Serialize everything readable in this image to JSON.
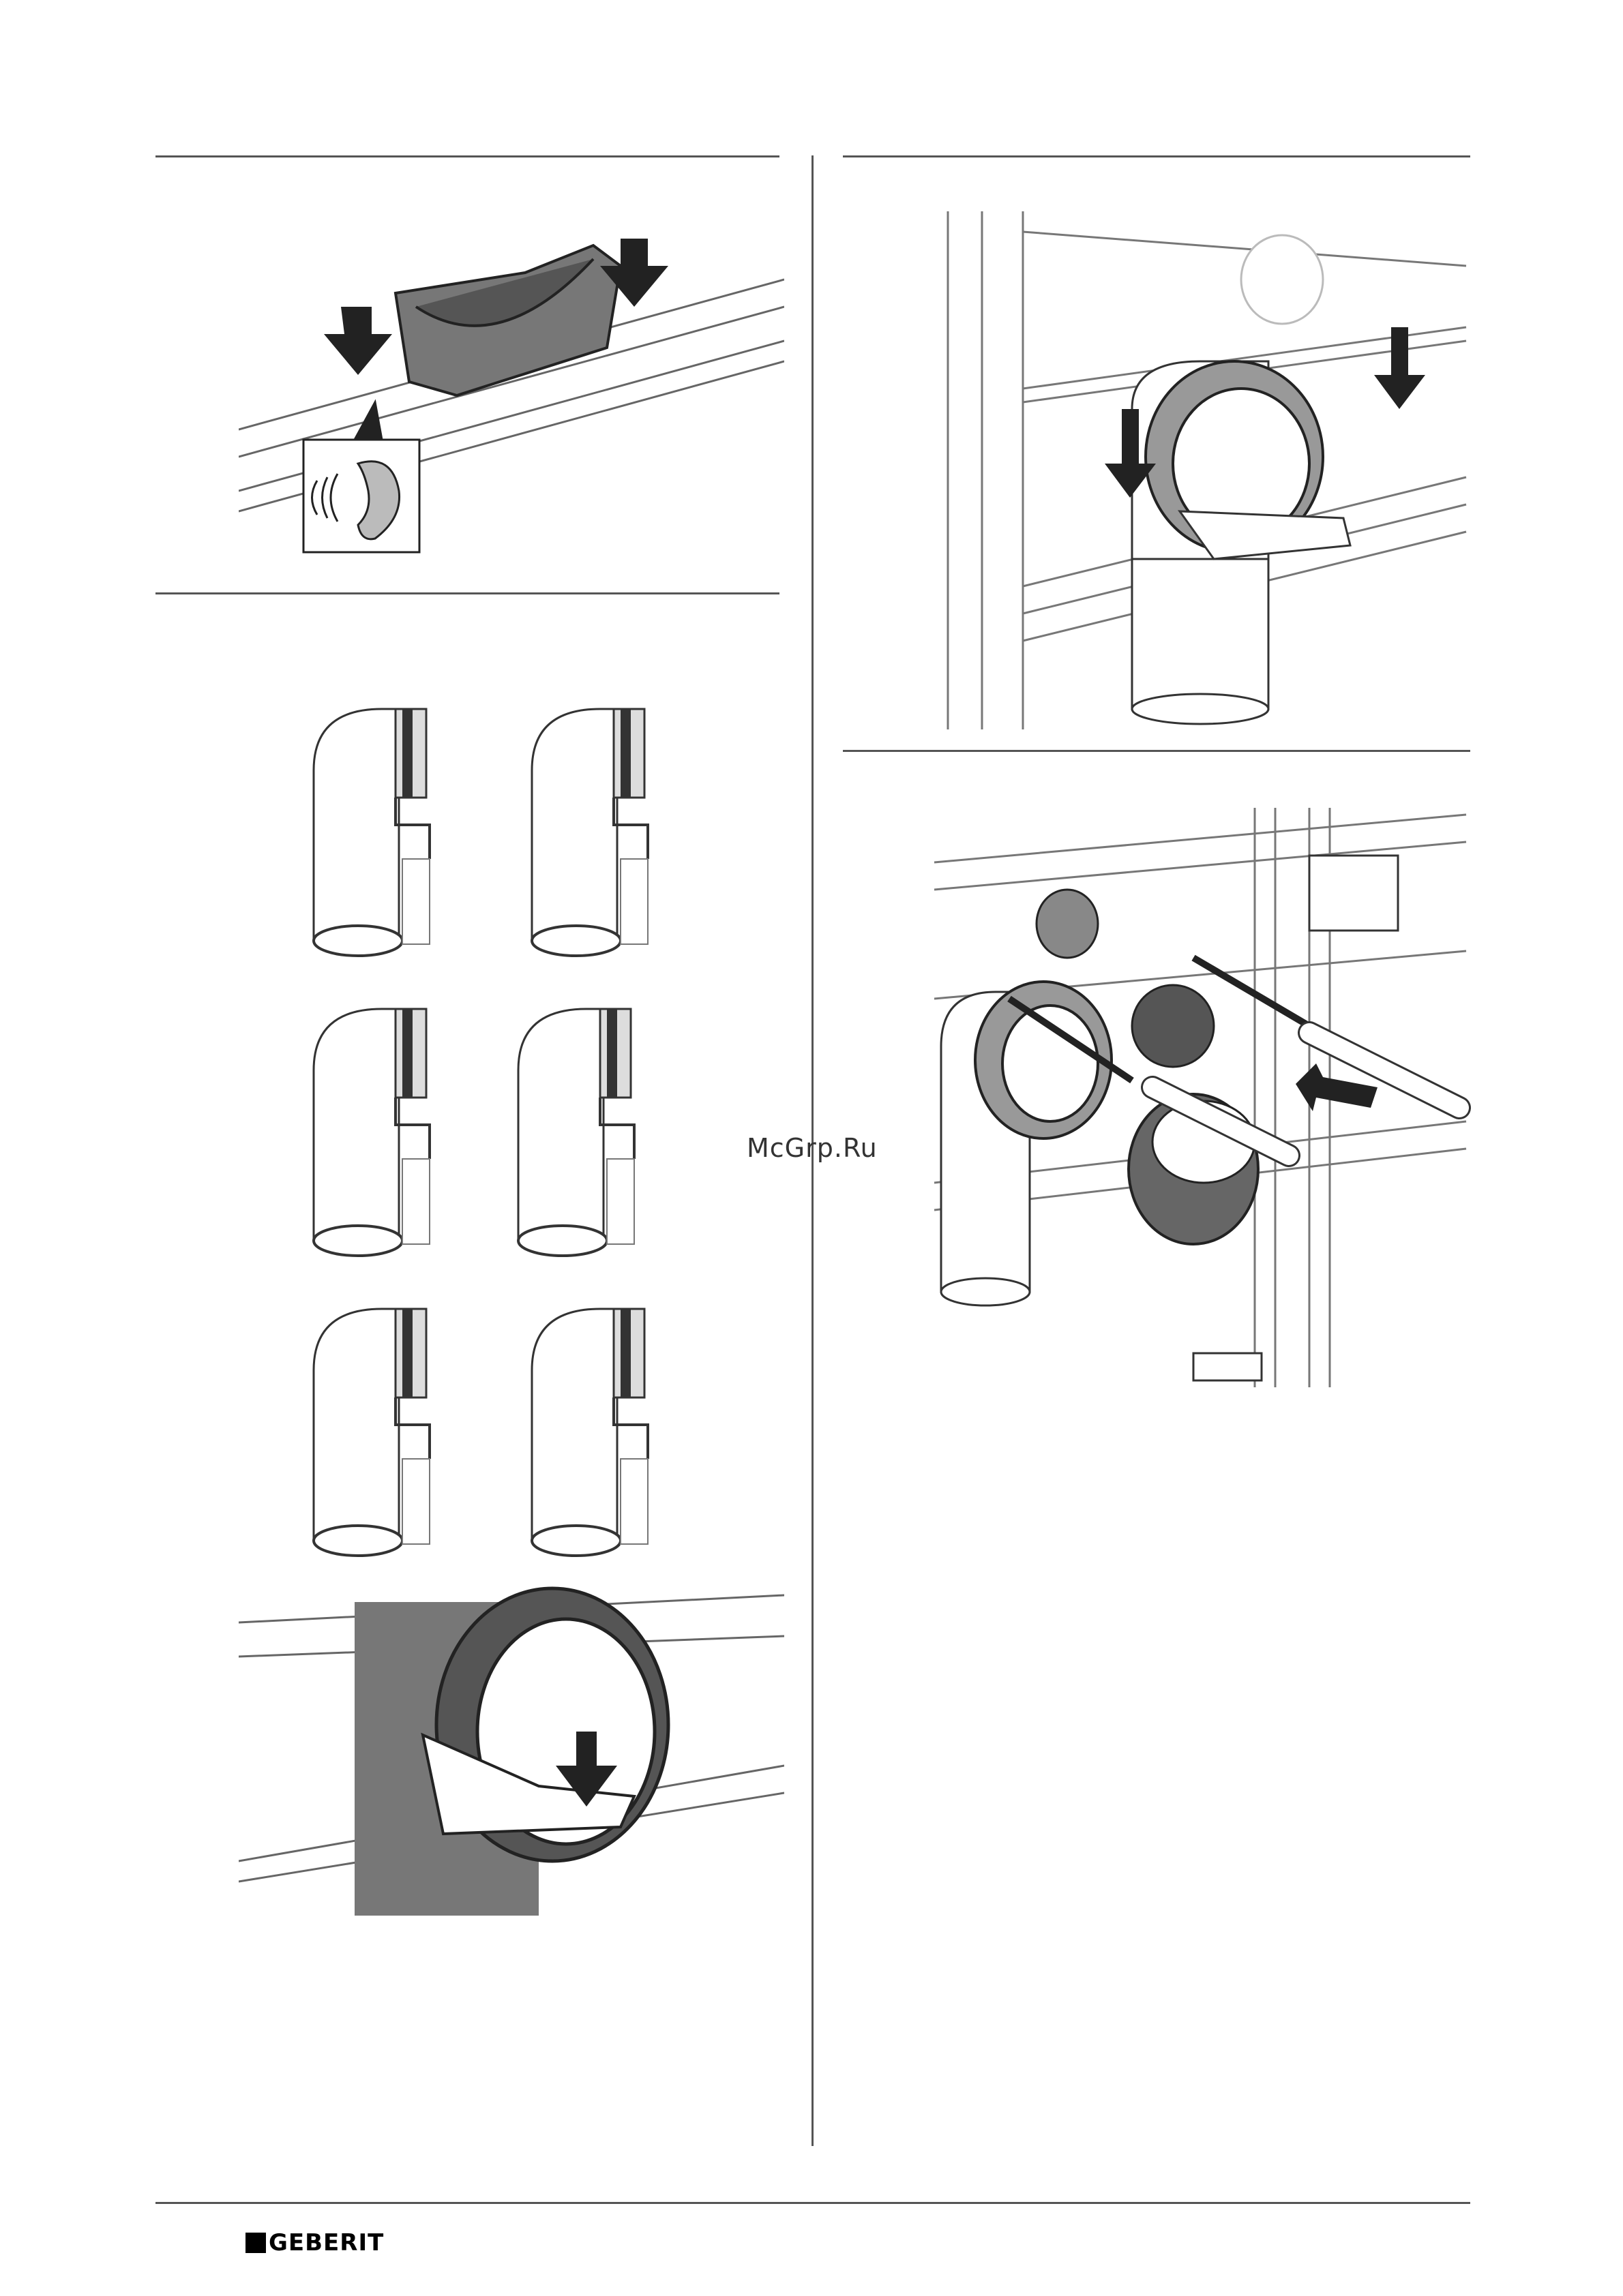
{
  "page": {
    "watermark": "McGrp.Ru",
    "brand": "GEBERIT"
  },
  "figures": [
    {
      "id": "bracket-click-on-rail",
      "icons": [
        "arrow-down-icon",
        "arrow-down-icon",
        "ear-icon"
      ]
    },
    {
      "id": "bend-position-variants",
      "count": 6
    },
    {
      "id": "bend-pressed-into-bracket",
      "icons": [
        "arrow-down-icon"
      ]
    },
    {
      "id": "bend-mounted-on-frame",
      "icons": [
        "arrow-down-icon",
        "arrow-down-icon"
      ]
    },
    {
      "id": "connector-assembly",
      "icons": [
        "arrow-right-icon"
      ]
    }
  ],
  "stamps": {
    "part_logo": "GEBERIT"
  }
}
